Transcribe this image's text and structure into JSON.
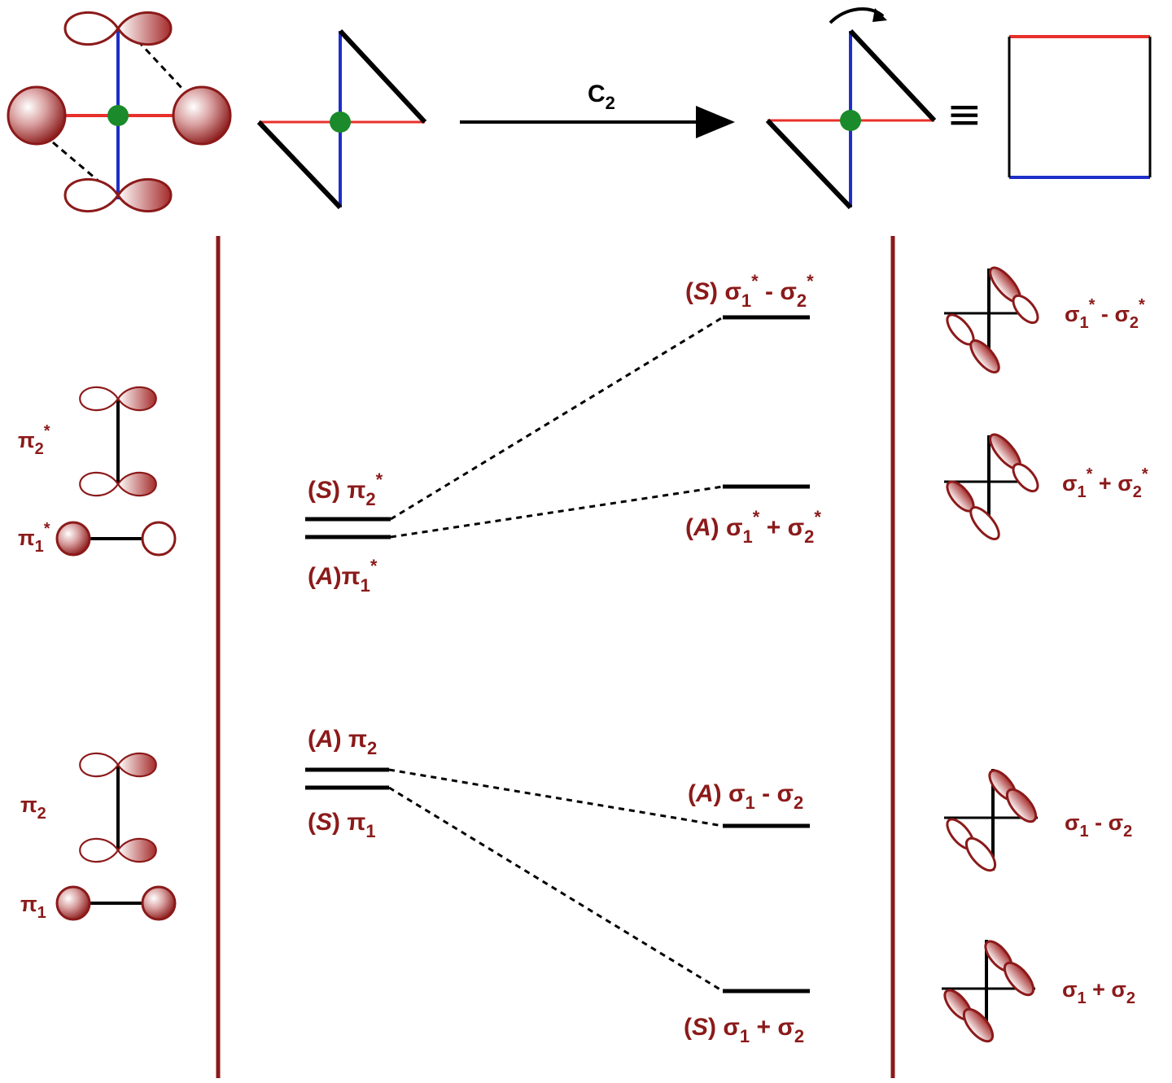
{
  "colors": {
    "lobe_fill": "#b33a3a",
    "lobe_stroke": "#8b1a1a",
    "label": "#8b1a1a",
    "blue_bond": "#1f2fc8",
    "red_bond": "#e8302a",
    "center_dot": "#1a8a2a",
    "divider": "#8b1a1a",
    "level": "#000000"
  },
  "top": {
    "arrow_label": "C",
    "arrow_label_sub": "2",
    "equiv": "≡"
  },
  "left_orbitals": [
    {
      "greek": "π",
      "sub": "2",
      "sup": "*"
    },
    {
      "greek": "π",
      "sub": "1",
      "sup": "*"
    },
    {
      "greek": "π",
      "sub": "2",
      "sup": ""
    },
    {
      "greek": "π",
      "sub": "1",
      "sup": ""
    }
  ],
  "pi_levels": [
    {
      "sym": "S",
      "greek": "π",
      "sub": "2",
      "sup": "*"
    },
    {
      "sym": "A",
      "greek": "π",
      "sub": "1",
      "sup": "*"
    },
    {
      "sym": "A",
      "greek": "π",
      "sub": "2",
      "sup": ""
    },
    {
      "sym": "S",
      "greek": "π",
      "sub": "1",
      "sup": ""
    }
  ],
  "sigma_levels": [
    {
      "sym": "S",
      "a": "σ",
      "a_sub": "1",
      "sup": "*",
      "op": "-",
      "b": "σ",
      "b_sub": "2"
    },
    {
      "sym": "A",
      "a": "σ",
      "a_sub": "1",
      "sup": "*",
      "op": "+",
      "b": "σ",
      "b_sub": "2"
    },
    {
      "sym": "A",
      "a": "σ",
      "a_sub": "1",
      "sup": "",
      "op": "-",
      "b": "σ",
      "b_sub": "2"
    },
    {
      "sym": "S",
      "a": "σ",
      "a_sub": "1",
      "sup": "",
      "op": "+",
      "b": "σ",
      "b_sub": "2"
    }
  ],
  "right_orbitals": [
    {
      "a": "σ",
      "a_sub": "1",
      "sup": "*",
      "op": "-",
      "b": "σ",
      "b_sub": "2"
    },
    {
      "a": "σ",
      "a_sub": "1",
      "sup": "*",
      "op": "+",
      "b": "σ",
      "b_sub": "2"
    },
    {
      "a": "σ",
      "a_sub": "1",
      "sup": "",
      "op": "-",
      "b": "σ",
      "b_sub": "2"
    },
    {
      "a": "σ",
      "a_sub": "1",
      "sup": "",
      "op": "+",
      "b": "σ",
      "b_sub": "2"
    }
  ],
  "labels": {
    "open_paren": "(",
    "close_paren": ")"
  }
}
